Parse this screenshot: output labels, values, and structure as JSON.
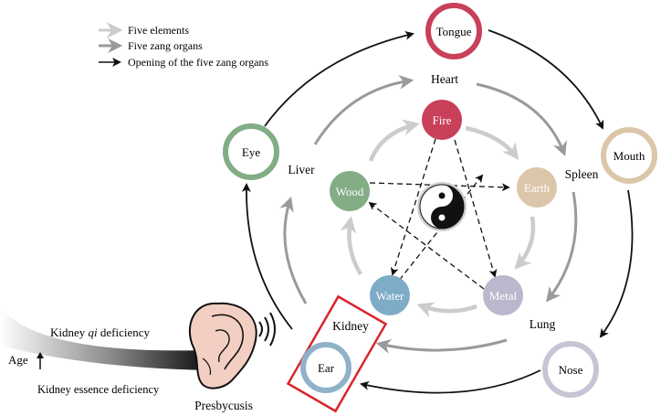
{
  "legend": {
    "five_elements": "Five elements",
    "five_zang_organs": "Five zang organs",
    "opening": "Opening of the five zang organs"
  },
  "elements": {
    "fire": "Fire",
    "earth": "Earth",
    "metal": "Metal",
    "water": "Water",
    "wood": "Wood"
  },
  "organs": {
    "heart": "Heart",
    "spleen": "Spleen",
    "lung": "Lung",
    "kidney": "Kidney",
    "liver": "Liver"
  },
  "openings": {
    "tongue": "Tongue",
    "mouth": "Mouth",
    "nose": "Nose",
    "ear": "Ear",
    "eye": "Eye"
  },
  "aging": {
    "age": "Age",
    "kidney_qi_prefix": "Kidney ",
    "kidney_qi_italic": "qi",
    "kidney_qi_suffix": " deficiency",
    "kidney_essence": "Kidney essence deficiency",
    "presbycusis": "Presbycusis"
  },
  "colors": {
    "fire": "#c8405a",
    "earth": "#dcc6aa",
    "metal": "#b9b8cd",
    "water": "#7eabc6",
    "wood": "#82ad85",
    "highlight": "#d9252d",
    "organ_arrow": "#9a9a9a",
    "element_arrow": "#cccccc"
  }
}
